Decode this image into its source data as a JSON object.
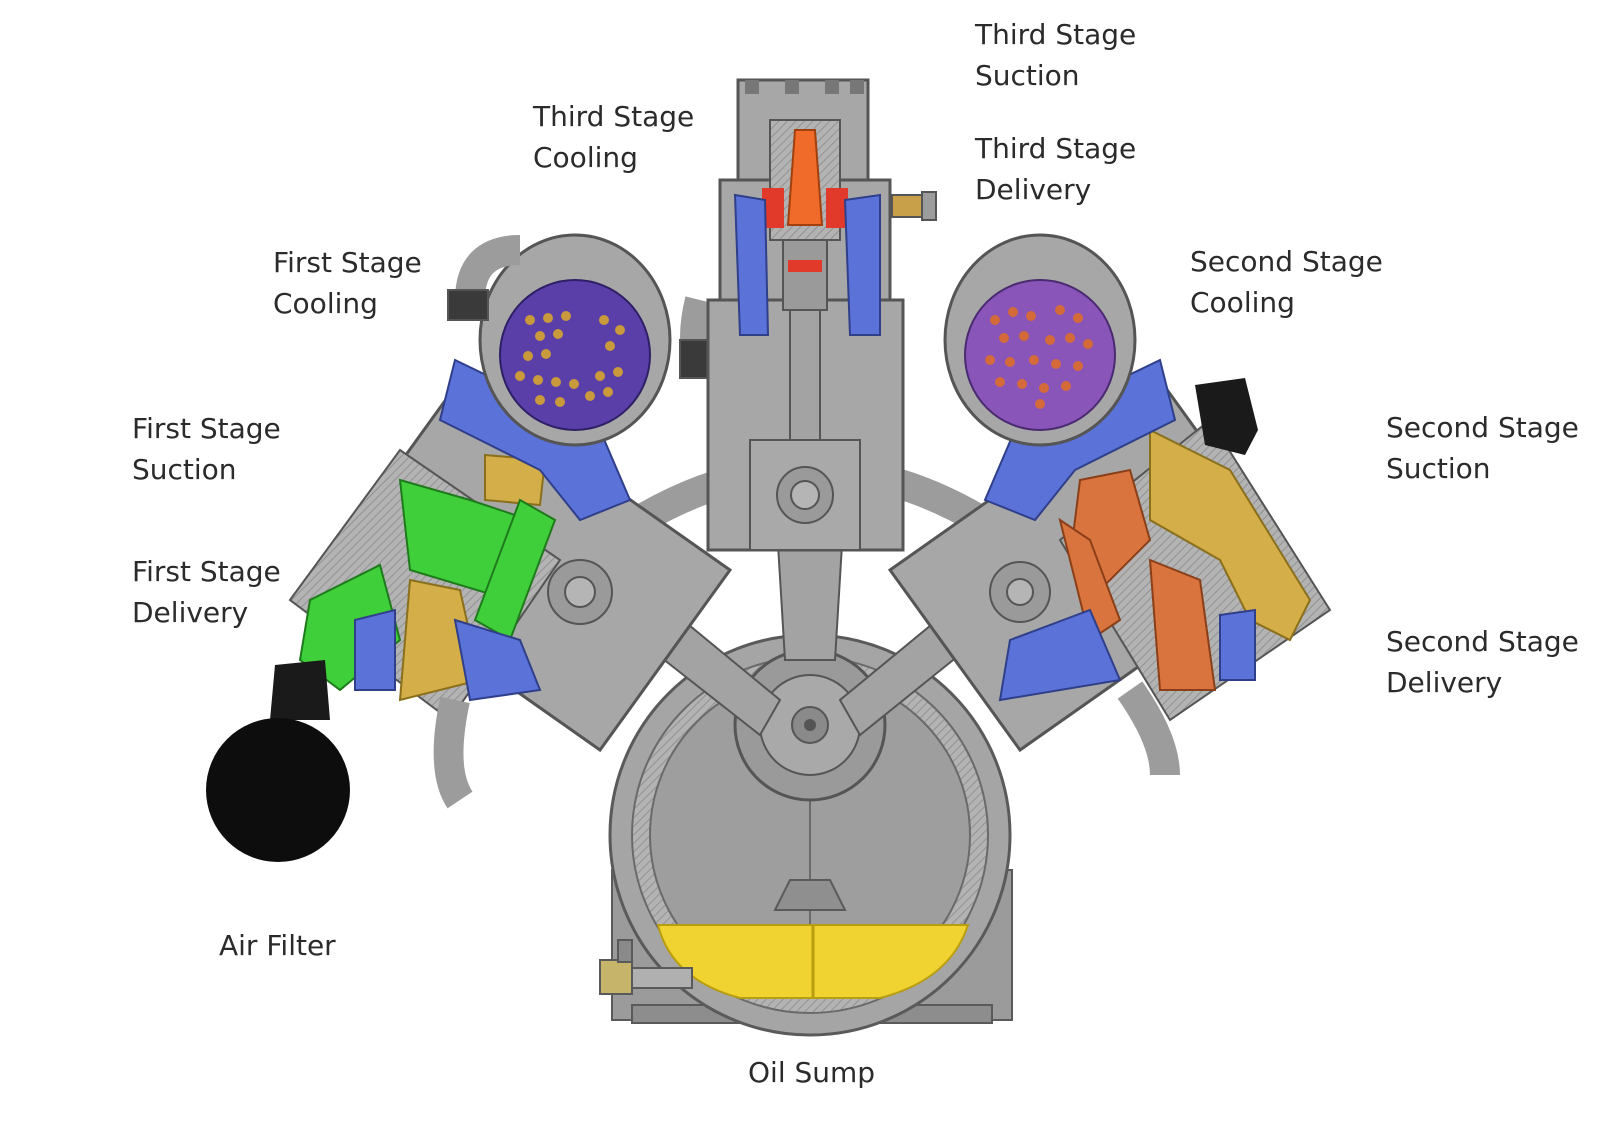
{
  "labels": {
    "third_stage_suction": [
      "Third Stage",
      "Suction"
    ],
    "third_stage_cooling": [
      "Third Stage",
      "Cooling"
    ],
    "third_stage_delivery": [
      "Third Stage",
      "Delivery"
    ],
    "first_stage_cooling": [
      "First Stage",
      "Cooling"
    ],
    "second_stage_cooling": [
      "Second Stage",
      "Cooling"
    ],
    "first_stage_suction": [
      "First Stage",
      "Suction"
    ],
    "second_stage_suction": [
      "Second Stage",
      "Suction"
    ],
    "first_stage_delivery": [
      "First Stage",
      "Delivery"
    ],
    "second_stage_delivery": [
      "Second Stage",
      "Delivery"
    ],
    "air_filter": "Air Filter",
    "oil_sump": "Oil Sump"
  },
  "colors": {
    "casing": "#a7a7a7",
    "casing_dark": "#6f6f6f",
    "water_jacket": "#5b72d8",
    "first_stage": "#3fcf3a",
    "second_stage": "#d9743f",
    "third_stage": "#f06a2a",
    "valve_brass": "#d4ae48",
    "cooler_first": "#5b3fa8",
    "cooler_second": "#8a55b8",
    "oil": "#f0d330",
    "filter": "#0d0d0d"
  }
}
